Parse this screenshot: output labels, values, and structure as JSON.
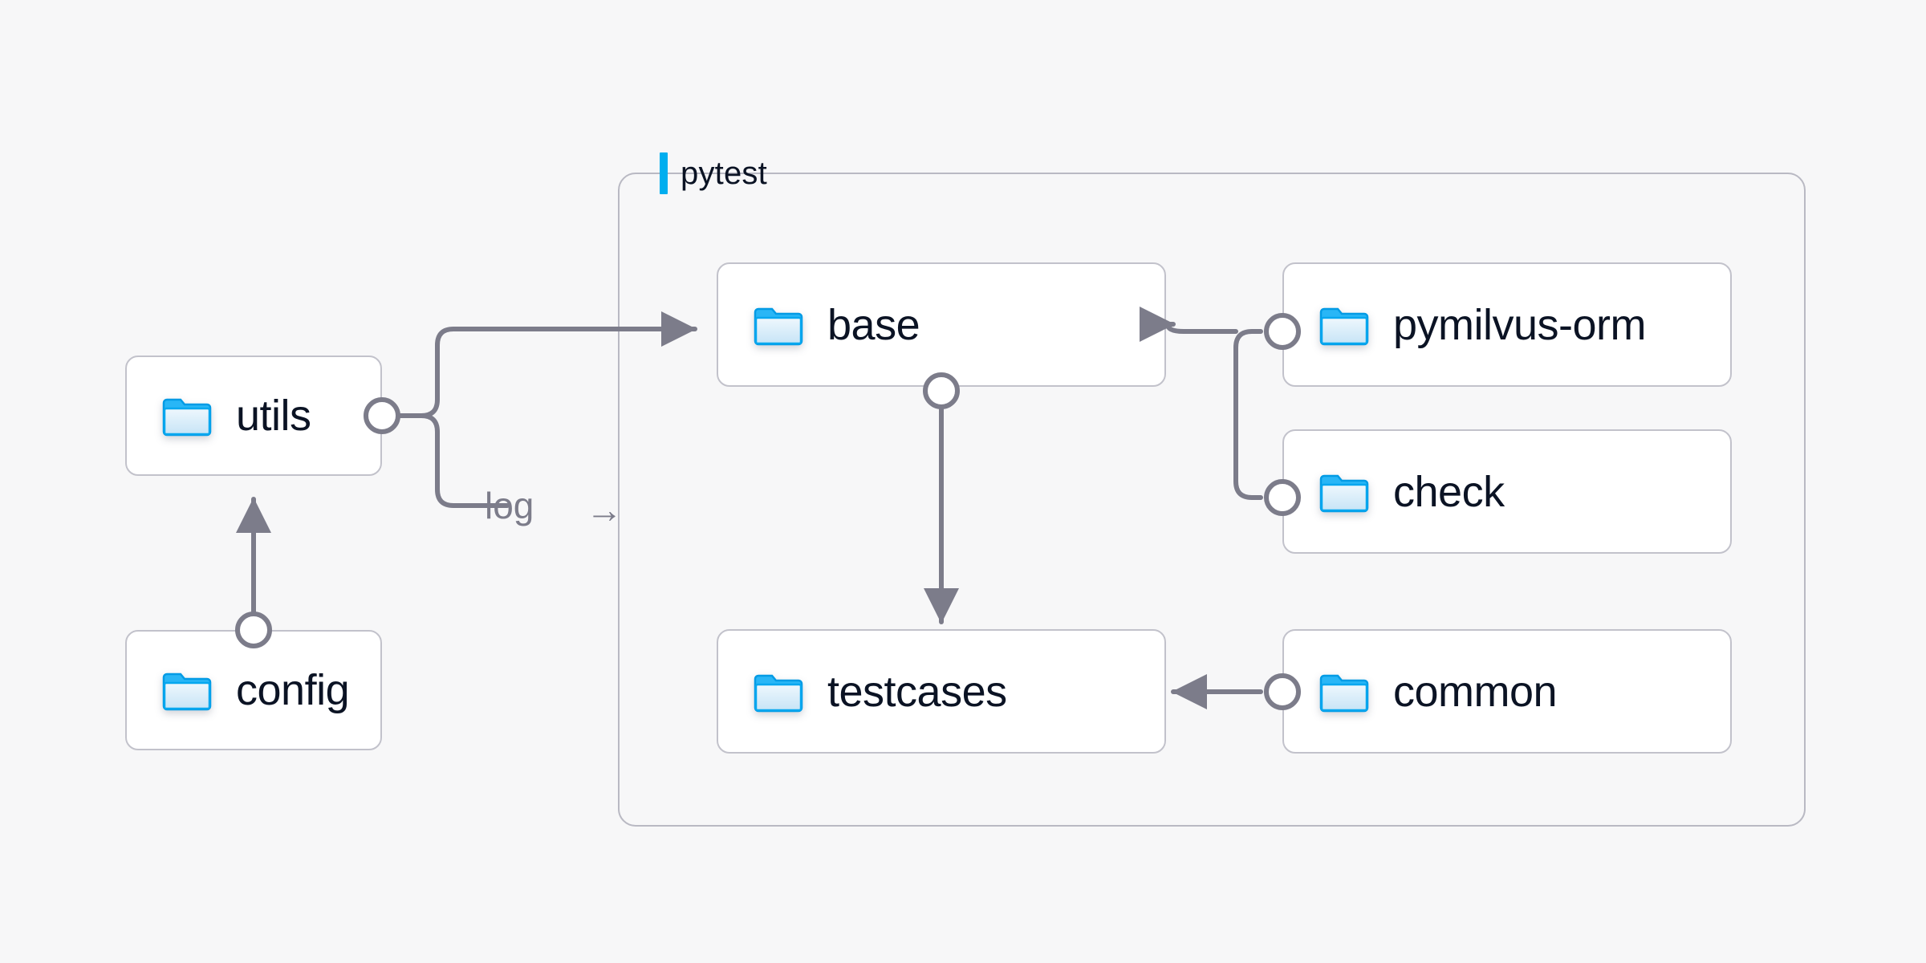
{
  "diagram": {
    "background_color": "#f7f7f8",
    "accent_color": "#00aeef",
    "node_border_color": "#c2c2cb",
    "node_fill_color": "#ffffff",
    "connector_color": "#7c7c8a",
    "group_border_color": "#b9b9c3",
    "text_color": "#0b1324"
  },
  "group": {
    "title": "pytest",
    "marker_name": "accent-bar"
  },
  "nodes": [
    {
      "id": "utils",
      "label": "utils",
      "icon": "folder-icon",
      "inside_group": false
    },
    {
      "id": "config",
      "label": "config",
      "icon": "folder-icon",
      "inside_group": false
    },
    {
      "id": "base",
      "label": "base",
      "icon": "folder-icon",
      "inside_group": true
    },
    {
      "id": "testcases",
      "label": "testcases",
      "icon": "folder-icon",
      "inside_group": true
    },
    {
      "id": "pymilvus-orm",
      "label": "pymilvus-orm",
      "icon": "folder-icon",
      "inside_group": true
    },
    {
      "id": "check",
      "label": "check",
      "icon": "folder-icon",
      "inside_group": true
    },
    {
      "id": "common",
      "label": "common",
      "icon": "folder-icon",
      "inside_group": true
    }
  ],
  "edges": [
    {
      "from": "utils",
      "to": "base",
      "label": "",
      "arrow": "to"
    },
    {
      "from": "utils",
      "to": "pytest",
      "label": "log",
      "arrow": "to"
    },
    {
      "from": "config",
      "to": "utils",
      "label": "",
      "arrow": "to"
    },
    {
      "from": "base",
      "to": "testcases",
      "label": "",
      "arrow": "to"
    },
    {
      "from": "pymilvus-orm",
      "to": "base",
      "label": "",
      "arrow": "to"
    },
    {
      "from": "check",
      "to": "base",
      "label": "",
      "arrow": "to"
    },
    {
      "from": "common",
      "to": "testcases",
      "label": "",
      "arrow": "to"
    }
  ],
  "edge_labels": {
    "log": "log",
    "log_arrow_glyph": "→"
  }
}
